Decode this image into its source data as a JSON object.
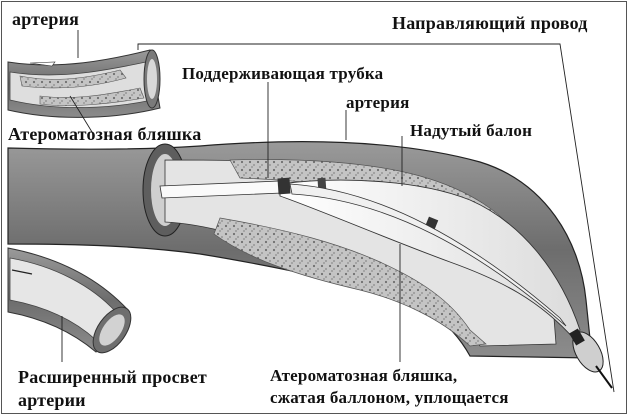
{
  "labels": {
    "artery_top": "артерия",
    "guide_wire": "Направляющий провод",
    "support_tube": "Поддерживающая трубка",
    "artery_mid": "артерия",
    "inflated_balloon": "Надутый балон",
    "atheroma_plaque": "Атероматозная бляшка",
    "widened_lumen_line1": "Расширенный просвет",
    "widened_lumen_line2": "артерии",
    "compressed_plaque_line1": "Атероматозная бляшка,",
    "compressed_plaque_line2": "сжатая баллоном, уплощается"
  },
  "colors": {
    "wall_outer": "#8a8a8a",
    "wall_inner": "#5c5c5c",
    "lumen": "#e9e9e9",
    "plaque": "#bdbdbd",
    "balloon": "#f4f4f4",
    "line": "#222222"
  }
}
